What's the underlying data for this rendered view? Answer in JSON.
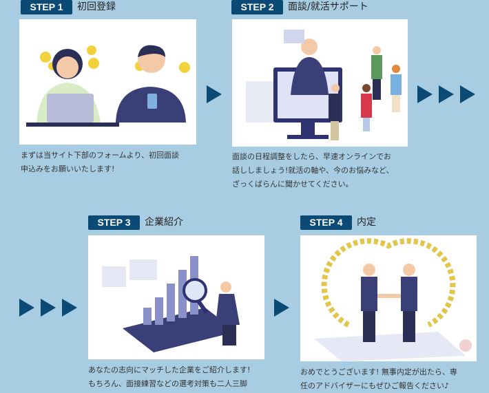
{
  "steps": [
    {
      "badge": "STEP 1",
      "title": "初回登録",
      "lines": [
        "まずは当サイト下部のフォームより、初回面談",
        "申込みをお願いいたします!"
      ]
    },
    {
      "badge": "STEP 2",
      "title": "面談/就活サポート",
      "lines": [
        "面談の日程調整をしたら、早速オンラインでお",
        "話ししましょう!就活の軸や、今のお悩みなど、",
        "ざっくばらんに聞かせてください。"
      ]
    },
    {
      "badge": "STEP 3",
      "title": "企業紹介",
      "lines": [
        "あなたの志向にマッチした企業をご紹介します!",
        "もちろん、面接練習などの選考対策も二人三脚"
      ]
    },
    {
      "badge": "STEP 4",
      "title": "内定",
      "lines": [
        "おめでとうございます! 無事内定が出たら、専",
        "任のアドバイザーにもぜひご報告ください♪"
      ]
    }
  ],
  "colors": {
    "background": "#a8cde3",
    "accent": "#0b4a74"
  }
}
